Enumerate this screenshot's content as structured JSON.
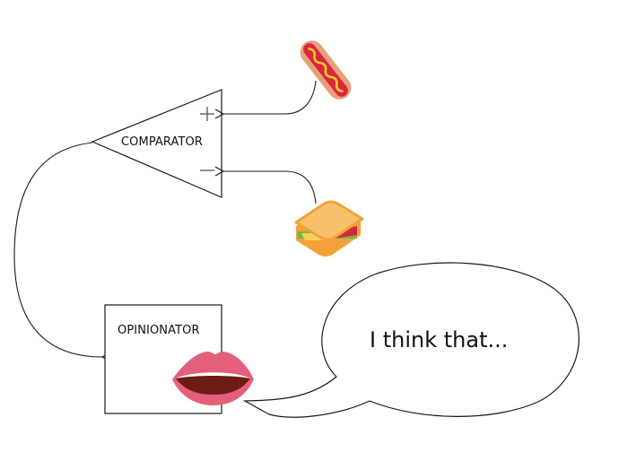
{
  "diagram": {
    "comparator": {
      "label": "COMPARATOR",
      "plus_sign": "+",
      "minus_sign": "−"
    },
    "opinionator": {
      "label": "OPINIONATOR"
    },
    "speech_bubble": {
      "text": "I think that..."
    },
    "inputs": [
      {
        "name": "hotdog",
        "icon": "hotdog-icon",
        "connects_to": "comparator-plus-input"
      },
      {
        "name": "sandwich",
        "icon": "sandwich-icon",
        "connects_to": "comparator-minus-input"
      }
    ],
    "output_icon": "lips-icon",
    "colors": {
      "stroke": "#1a1a1a",
      "hotdog_bun": "#e8a07c",
      "hotdog_sausage": "#d8283c",
      "hotdog_mustard": "#f6c532",
      "bread": "#f7c06a",
      "bread_edge": "#f4a13a",
      "lettuce": "#7cb342",
      "tomato": "#d0283c",
      "lips": "#e4607a",
      "mouth": "#6b1c14"
    }
  }
}
